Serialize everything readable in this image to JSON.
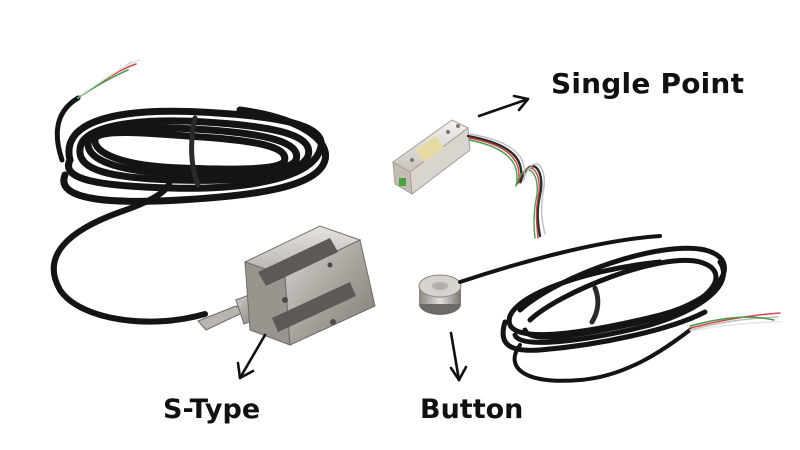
{
  "labels": {
    "single_point": "Single Point",
    "s_type": "S-Type",
    "button": "Button"
  },
  "colors": {
    "background": "#ffffff",
    "cable": "#141414",
    "metal": "#9c9690",
    "arrow": "#111111",
    "text": "#111111"
  },
  "icons": {
    "pointer": "arrow"
  }
}
